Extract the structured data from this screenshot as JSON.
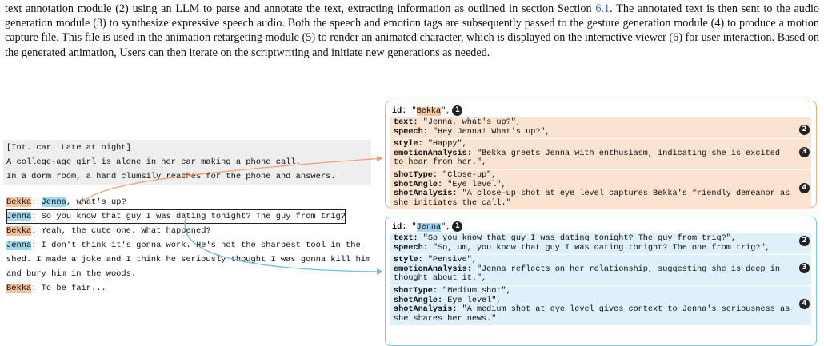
{
  "paragraph": {
    "before_link": "text annotation module (2) using an LLM to parse and annotate the text, extracting information as outlined in section Section ",
    "link": "6.1",
    "after_link": ". The annotated text is then sent to the audio generation module (3) to synthesize expressive speech audio. Both the speech and emotion tags are subsequently passed to the gesture generation module (4) to produce a motion capture file. This file is used in the animation retargeting module (5) to render an animated character, which is displayed on the interactive viewer (6) for user interaction. Based on the generated animation, Users can then iterate on the scriptwriting and initiate new generations as needed."
  },
  "script": {
    "scene": [
      "[Int. car. Late at night]",
      "A college-age girl is alone in her car making a phone call.",
      "In a dorm room, a hand clumsily reaches for the phone and answers."
    ],
    "lines": [
      {
        "speaker": "Bekka",
        "sep": ": ",
        "mention": "Jenna",
        "text": ", what's up?"
      },
      {
        "speaker": "Jenna",
        "sep": ": ",
        "text": "So you know that guy I was dating tonight? The guy from trig?"
      },
      {
        "speaker": "Bekka",
        "sep": ": ",
        "text": "Yeah, the cute one. What happened?"
      },
      {
        "speaker": "Jenna",
        "sep": ": ",
        "text": "I don't think it's gonna work. He's not the sharpest tool in the shed. I made a joke and I think he seriously thought I was gonna kill him and bury him in the woods."
      },
      {
        "speaker": "Bekka",
        "sep": ": ",
        "text": "To be fair..."
      }
    ]
  },
  "panels": {
    "bekka": {
      "id_key": "id",
      "id_value": "Bekka",
      "badges": [
        "1",
        "2",
        "3",
        "4"
      ],
      "fields": {
        "text": {
          "key": "text",
          "value": "\"Jenna, what's up?\","
        },
        "speech": {
          "key": "speech",
          "value": "\"Hey Jenna! What's up?\","
        },
        "style": {
          "key": "style",
          "value": "\"Happy\","
        },
        "emotionAnalysis": {
          "key": "emotionAnalysis",
          "value": "\"Bekka greets Jenna with enthusiasm, indicating she is excited to hear from her.\","
        },
        "shotType": {
          "key": "shotType",
          "value": "\"Close-up\","
        },
        "shotAngle": {
          "key": "shotAngle",
          "value": "\"Eye level\","
        },
        "shotAnalysis": {
          "key": "shotAnalysis",
          "value": "\"A close-up shot at eye level captures Bekka's friendly demeanor as she initiates the call.\""
        }
      }
    },
    "jenna": {
      "id_key": "id",
      "id_value": "Jenna",
      "badges": [
        "1",
        "2",
        "3",
        "4"
      ],
      "fields": {
        "text": {
          "key": "text",
          "value": "\"So you know that guy I was dating tonight? The guy from trig?\","
        },
        "speech": {
          "key": "speech",
          "value": "\"So, um, you know that guy I was dating tonight? The one from trig?\","
        },
        "style": {
          "key": "style",
          "value": "\"Pensive\","
        },
        "emotionAnalysis": {
          "key": "emotionAnalysis",
          "value": "\"Jenna reflects on her relationship, suggesting she is deep in thought about it.\","
        },
        "shotType": {
          "key": "shotType",
          "value": "\"Medium shot\","
        },
        "shotAngle": {
          "key": "shotAngle",
          "value": "Eye level\","
        },
        "shotAnalysis": {
          "key": "shotAnalysis",
          "value": "\"A medium shot at eye level gives context to Jenna's seriousness as she shares her news.\""
        }
      }
    }
  },
  "colors": {
    "bekka_highlight": "#f7c09a",
    "jenna_highlight": "#9fd6f0",
    "bekka_arrow": "#f0a070",
    "jenna_arrow": "#6bbde6",
    "link": "#2a72c4"
  }
}
